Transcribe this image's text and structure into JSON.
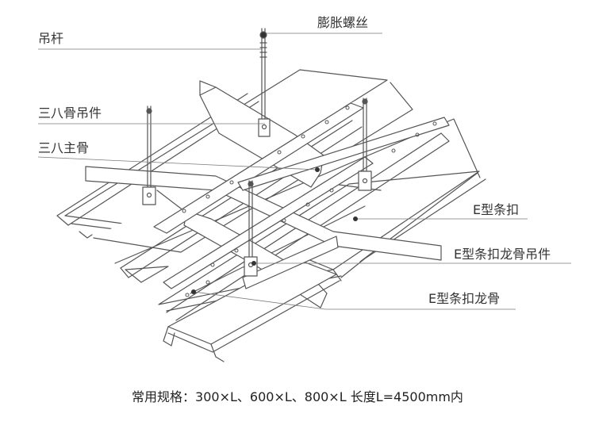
{
  "labels": {
    "rod": "吊杆",
    "bolt": "膨胀螺丝",
    "main_hanger": "三八骨吊件",
    "main_runner": "三八主骨",
    "strip": "E型条扣",
    "keel_hanger": "E型条扣龙骨吊件",
    "keel": "E型条扣龙骨"
  },
  "spec_text": "常用规格：300×L、600×L、800×L 长度L=4500mm内",
  "colors": {
    "line": "#555555",
    "leader": "#7a7a7a",
    "text": "#333333"
  }
}
